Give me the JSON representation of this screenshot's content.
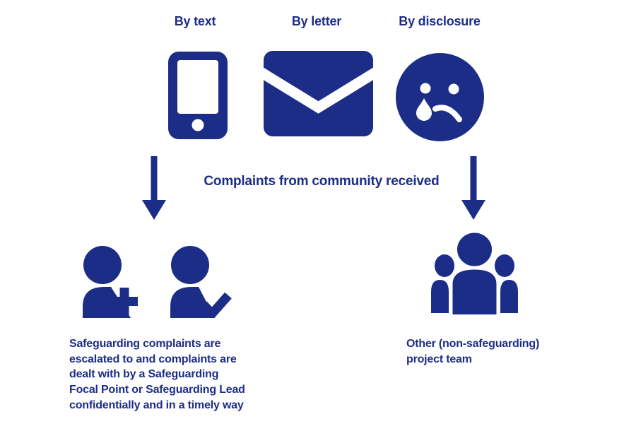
{
  "palette": {
    "primary": "#1c2d87",
    "background": "#ffffff"
  },
  "channels": [
    {
      "label": "By text",
      "icon": "phone-icon"
    },
    {
      "label": "By letter",
      "icon": "envelope-icon"
    },
    {
      "label": "By disclosure",
      "icon": "sad-crying-face-icon"
    }
  ],
  "flow": {
    "center_label": "Complaints from community received",
    "left_arrow_icon": "down-arrow-icon",
    "right_arrow_icon": "down-arrow-icon"
  },
  "outcomes": {
    "safeguarding": {
      "icons": [
        "person-plus-icon",
        "person-check-icon"
      ],
      "description": "Safeguarding complaints are\nescalated to and complaints are\ndealt with by a Safeguarding\nFocal Point or Safeguarding Lead\nconfidentially and in a timely way"
    },
    "other": {
      "icon": "people-group-icon",
      "description": "Other (non-safeguarding)\nproject team"
    }
  }
}
